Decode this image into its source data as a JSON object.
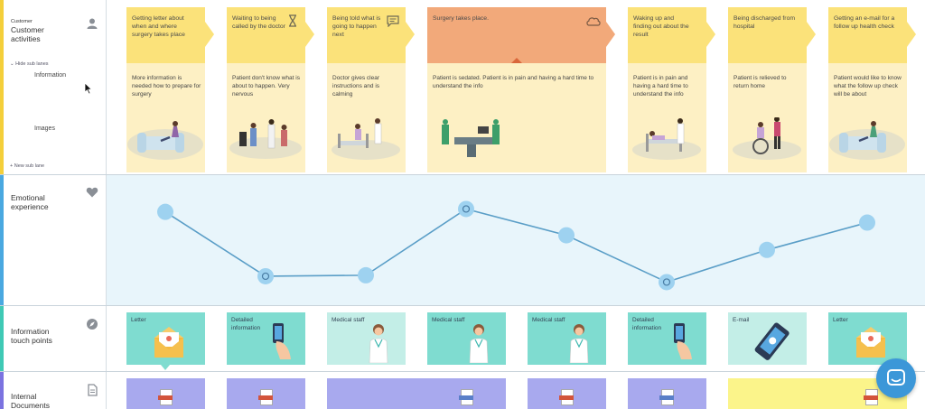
{
  "lanes": {
    "customer_small": "Customer",
    "customer_title": "Customer activities",
    "hide_sub_lanes": "Hide sub lanes",
    "information": "Information",
    "images": "Images",
    "new_sub_lane": "New sub lane",
    "emotional": "Emotional experience",
    "touch_points": "Information touch points",
    "internal_docs": "Internal Documents"
  },
  "activities": [
    {
      "label": "Getting letter about when and where surgery takes place",
      "info": "More information is needed how to prepare for surgery",
      "icon": ""
    },
    {
      "label": "Waiting to being called by the doctor",
      "info": "Patient don't know what is about to happen. Very nervous",
      "icon": "hourglass-icon"
    },
    {
      "label": "Being told what is going to happen next",
      "info": "Doctor gives clear instructions and is calming",
      "icon": "comment-icon"
    },
    {
      "label": "Surgery takes place.",
      "info": "Patient is sedated. Patient is in pain and having a hard time to understand the info",
      "icon": "cloud-icon"
    },
    {
      "label": "Waking up and finding out about the result",
      "info": "Patient is in pain and having a hard time to understand the info",
      "icon": ""
    },
    {
      "label": "Being discharged from hospital",
      "info": "Patient is relieved to return home",
      "icon": ""
    },
    {
      "label": "Getting an e-mail for a follow up health check",
      "info": "Patient would like to know what the follow up check will be about",
      "icon": ""
    }
  ],
  "emotion_scores": [
    0.79,
    0.13,
    0.14,
    0.82,
    0.55,
    0.07,
    0.4,
    0.68
  ],
  "touch_points": [
    {
      "label": "Letter",
      "icon": "envelope-icon"
    },
    {
      "label": "Detailed information",
      "icon": "phone-hand-icon"
    },
    {
      "label": "Medical staff",
      "icon": "doctor-icon"
    },
    {
      "label": "Medical staff",
      "icon": "doctor-icon"
    },
    {
      "label": "Medical staff",
      "icon": "doctor-icon"
    },
    {
      "label": "Detailed information",
      "icon": "phone-hand-icon"
    },
    {
      "label": "E-mail",
      "icon": "smartphone-icon"
    },
    {
      "label": "Letter",
      "icon": "envelope-icon"
    }
  ],
  "documents": [
    "PPT",
    "PPT",
    "DOC",
    "PPT",
    "DOC",
    "PPT"
  ],
  "colors": {
    "activity_head": "#fbe27a",
    "activity_body": "#fdf0c4",
    "surgery_head": "#f2a97a",
    "emotion_band": "#e8f5fb",
    "emotion_line": "#5a9ec7",
    "emotion_dot": "#9ed2f0",
    "touch_point": "#7fdcd0",
    "doc_purple": "#a8a9ee",
    "doc_yellow": "#fbf48a",
    "chat_button": "#3c97d8"
  }
}
